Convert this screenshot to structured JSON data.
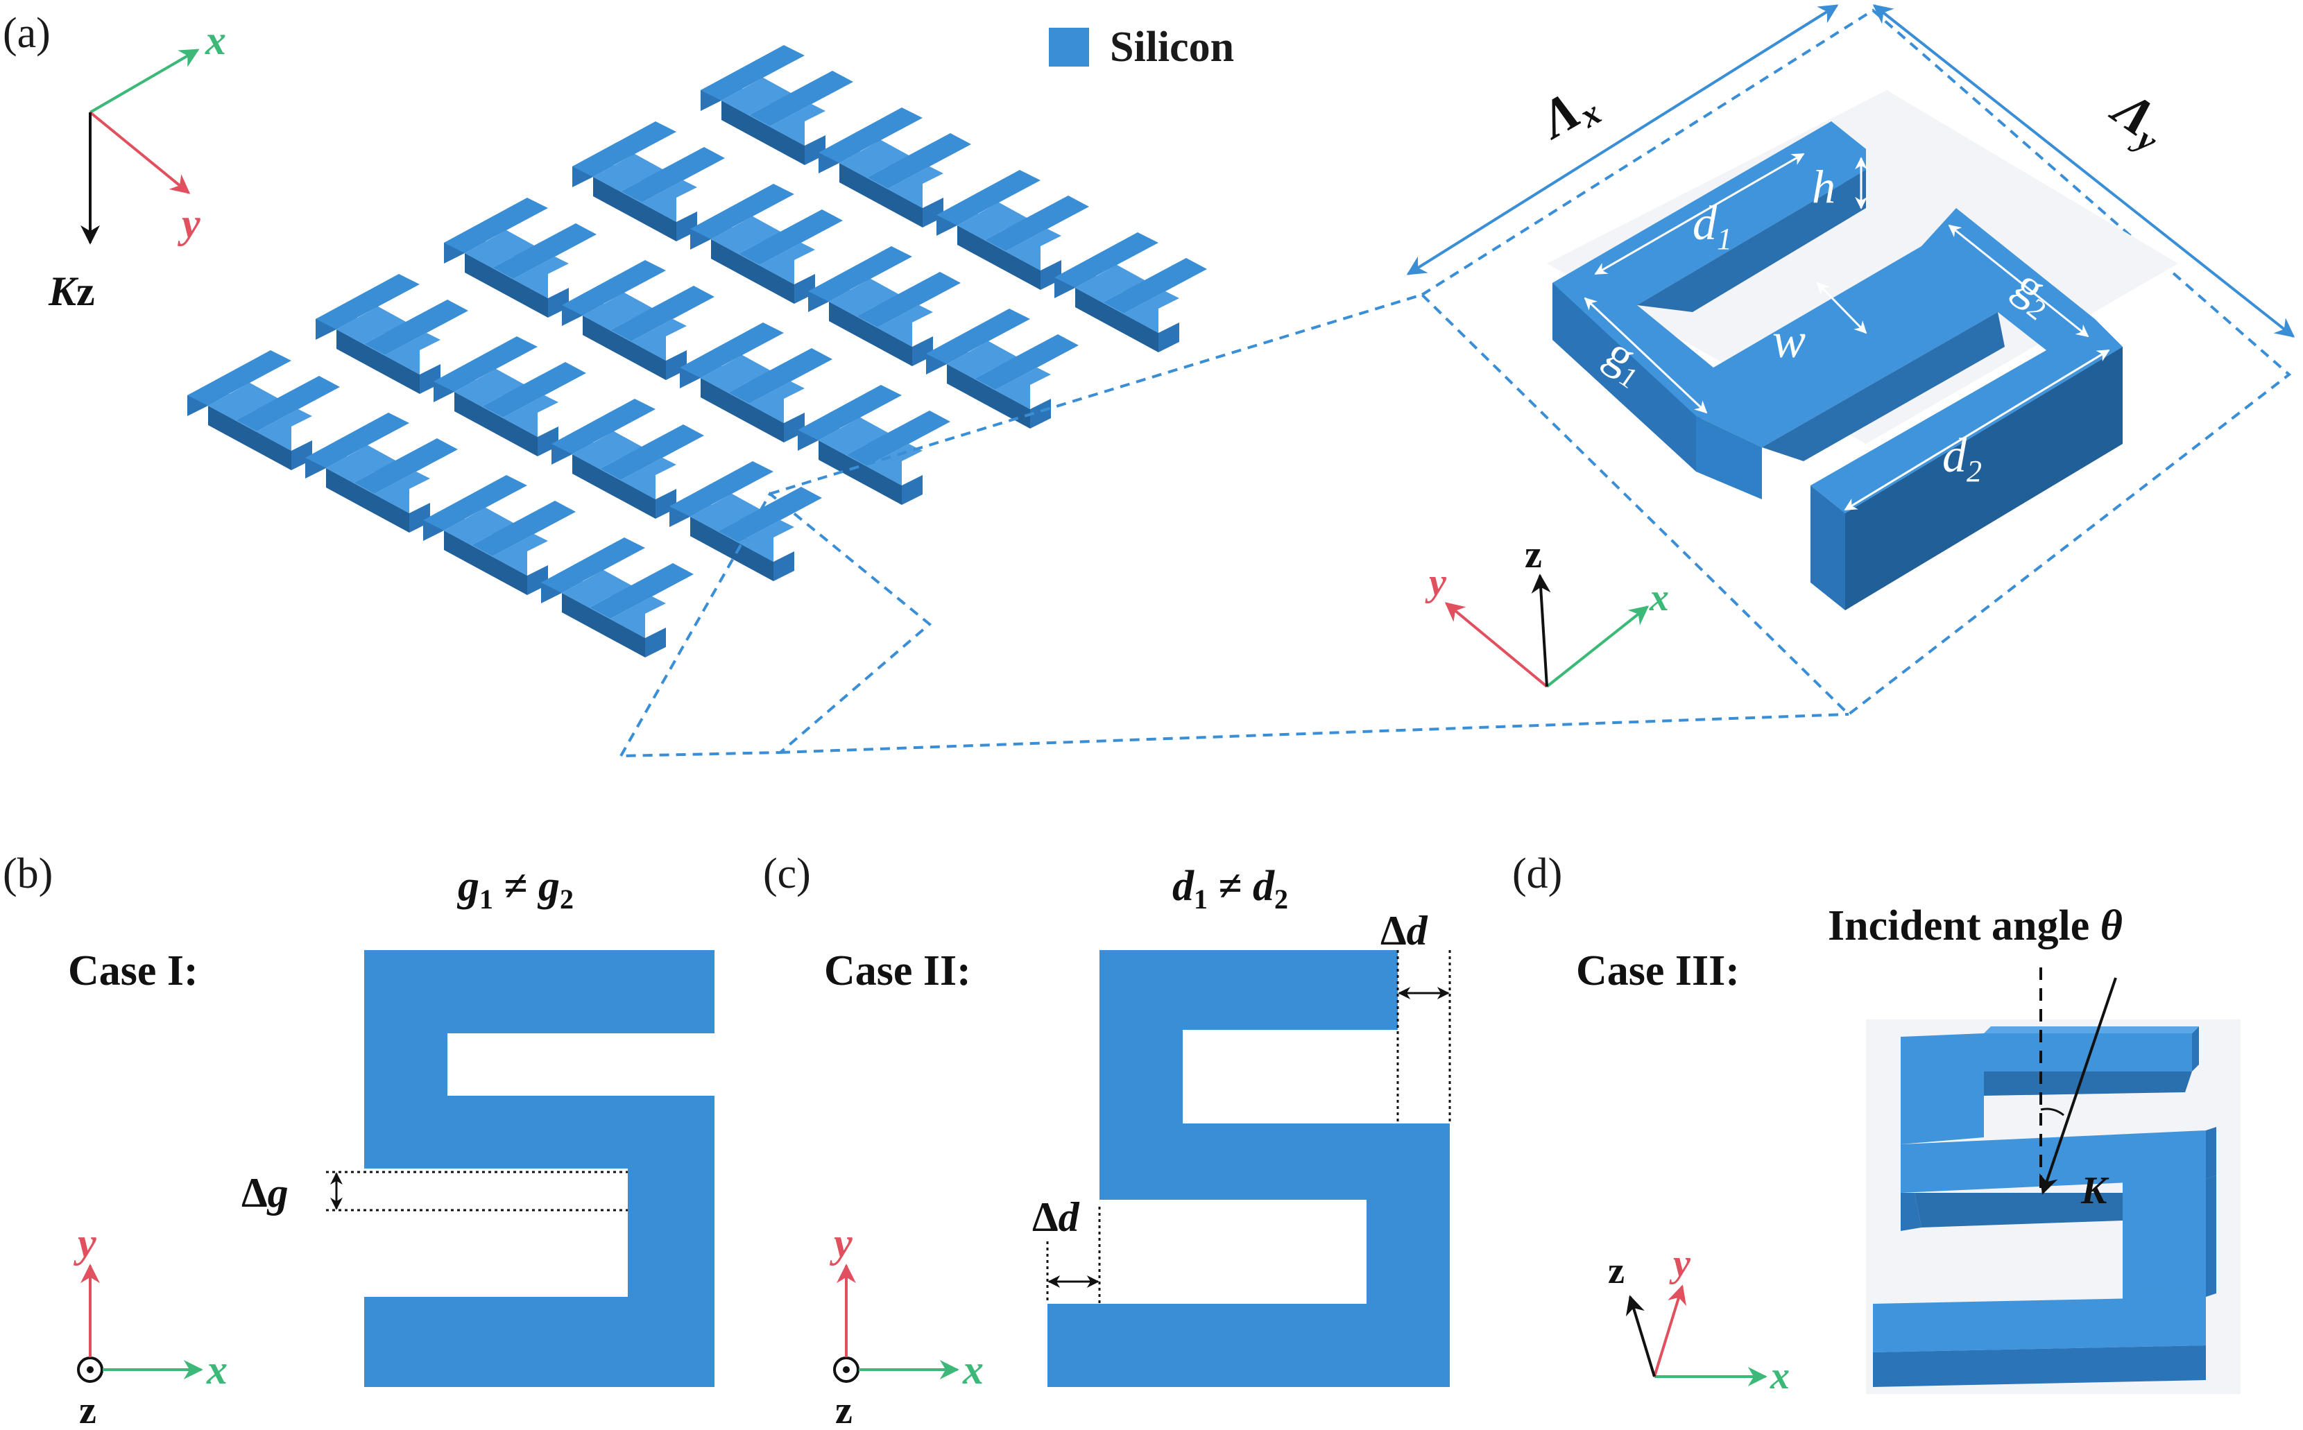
{
  "colors": {
    "silicon": "#3a8ed6",
    "silicon_top": "#4a9be0",
    "silicon_side": "#2b74b8",
    "silicon_dark": "#215f99",
    "x_axis": "#3cb878",
    "y_axis": "#e0505f",
    "z_axis": "#111111",
    "dash": "#3a8ed6",
    "text": "#1a1a1a"
  },
  "panel_a": {
    "label": "(a)",
    "legend": {
      "label": "Silicon"
    },
    "axes_topleft": {
      "x": "x",
      "y": "y",
      "k": "K",
      "z": "z"
    },
    "lambda_x": {
      "sym": "Λ",
      "sub": "x"
    },
    "lambda_y": {
      "sym": "Λ",
      "sub": "y"
    },
    "params": {
      "d": "d",
      "d1_sub": "1",
      "d2_sub": "2",
      "g": "g",
      "g1_sub": "1",
      "g2_sub": "2",
      "h": "h",
      "w": "w"
    },
    "axes_zoom": {
      "x": "x",
      "y": "y",
      "z": "z"
    }
  },
  "panel_b": {
    "label": "(b)",
    "case": "Case I:",
    "cond": {
      "g": "g",
      "s1": "1",
      "neq": " ≠ ",
      "s2": "2"
    },
    "delta": {
      "sym": "Δ",
      "var": "g"
    },
    "axes": {
      "x": "x",
      "y": "y",
      "z": "z"
    }
  },
  "panel_c": {
    "label": "(c)",
    "case": "Case II:",
    "cond": {
      "d": "d",
      "s1": "1",
      "neq": " ≠ ",
      "s2": "2"
    },
    "delta_top": {
      "sym": "Δ",
      "var": "d"
    },
    "delta_bottom": {
      "sym": "Δ",
      "var": "d"
    },
    "axes": {
      "x": "x",
      "y": "y",
      "z": "z"
    }
  },
  "panel_d": {
    "label": "(d)",
    "case": "Case III:",
    "title": {
      "text": "Incident angle ",
      "theta": "θ"
    },
    "k": "K",
    "axes": {
      "x": "x",
      "y": "y",
      "z": "z"
    }
  }
}
